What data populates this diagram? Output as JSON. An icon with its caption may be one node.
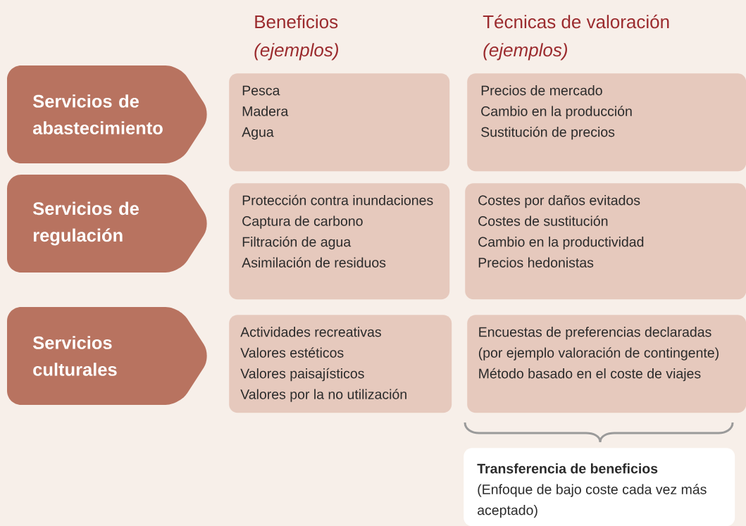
{
  "diagram": {
    "nodes": [
      {
        "text": [
          "Servicios de abastecimiento"
        ]
      },
      {
        "text": [
          "Servicios de regulación"
        ]
      },
      {
        "text": [
          "Servicios culturales"
        ]
      },
      {
        "text": [
          "Pesca",
          "Madera",
          "Agua"
        ]
      },
      {
        "text": [
          "Protección contra inundaciones",
          "Captura de carbono",
          "Filtración de agua",
          "Asimilación de residuos"
        ]
      },
      {
        "text": [
          "Actividades recreativas",
          "Valores estéticos",
          "Valores paisajísticos",
          "Valores por la no utilización"
        ]
      },
      {
        "text": [
          "Precios de mercado",
          "Cambio en la producción",
          "Sustitución de precios"
        ]
      },
      {
        "text": [
          "Costes por daños evitados",
          "Costes de sustitución",
          "Cambio en la productividad",
          "Precios hedonistas"
        ]
      },
      {
        "text": [
          "Encuestas de preferencias declaradas (por ejemplo valoración de contingente)",
          "Método basado en el coste de viajes"
        ]
      },
      {
        "text": [
          "Transferencia de beneficios",
          "(Enfoque de bajo coste cada vez más aceptado)"
        ]
      }
    ],
    "labels": [
      "Beneficios",
      "(ejemplos)",
      "Técnicas de valoración",
      "(ejemplos)"
    ]
  }
}
